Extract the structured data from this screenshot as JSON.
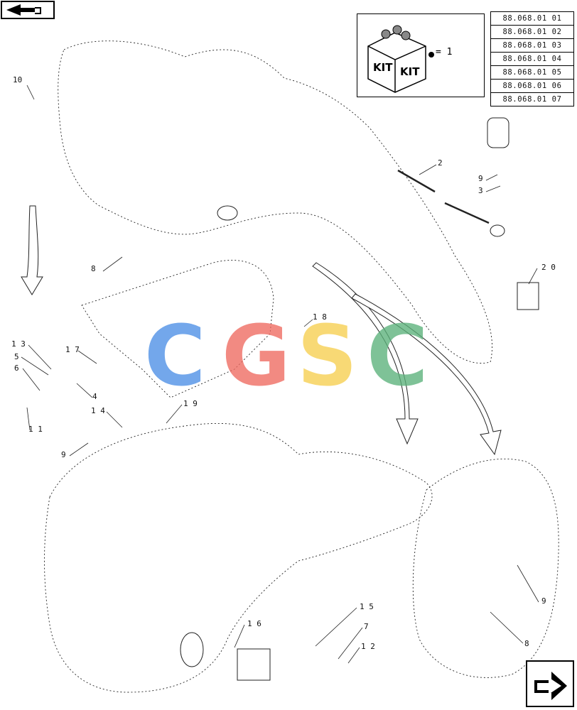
{
  "colors": {
    "line": "#222222",
    "wm_c1": "#4c8fe6",
    "wm_g": "#ef6a60",
    "wm_s": "#f7cf4f",
    "wm_c2": "#5bb27a"
  },
  "nav": {
    "prev_icon": "arrow-back-icon",
    "next_icon": "arrow-forward-icon"
  },
  "kit": {
    "label_left": "KIT",
    "label_right": "KIT",
    "qty": "= 1"
  },
  "references": [
    "88.068.01 01",
    "88.068.01 02",
    "88.068.01 03",
    "88.068.01 04",
    "88.068.01 05",
    "88.068.01 06",
    "88.068.01 07"
  ],
  "watermark": {
    "letters": [
      "C",
      "G",
      "S",
      "C"
    ]
  },
  "callouts": [
    {
      "id": "10",
      "label": "10"
    },
    {
      "id": "2",
      "label": "2"
    },
    {
      "id": "9a",
      "label": "9"
    },
    {
      "id": "3",
      "label": "3"
    },
    {
      "id": "8a",
      "label": "8"
    },
    {
      "id": "20",
      "label": "2 0"
    },
    {
      "id": "13",
      "label": "1 3"
    },
    {
      "id": "18",
      "label": "1 8"
    },
    {
      "id": "5",
      "label": "5"
    },
    {
      "id": "17",
      "label": "1 7"
    },
    {
      "id": "6",
      "label": "6"
    },
    {
      "id": "4",
      "label": "4"
    },
    {
      "id": "14",
      "label": "1 4"
    },
    {
      "id": "19",
      "label": "1 9"
    },
    {
      "id": "11",
      "label": "1 1"
    },
    {
      "id": "9b",
      "label": "9"
    },
    {
      "id": "15",
      "label": "1 5"
    },
    {
      "id": "16",
      "label": "1 6"
    },
    {
      "id": "7",
      "label": "7"
    },
    {
      "id": "12",
      "label": "1 2"
    },
    {
      "id": "9c",
      "label": "9"
    },
    {
      "id": "8b",
      "label": "8"
    }
  ]
}
